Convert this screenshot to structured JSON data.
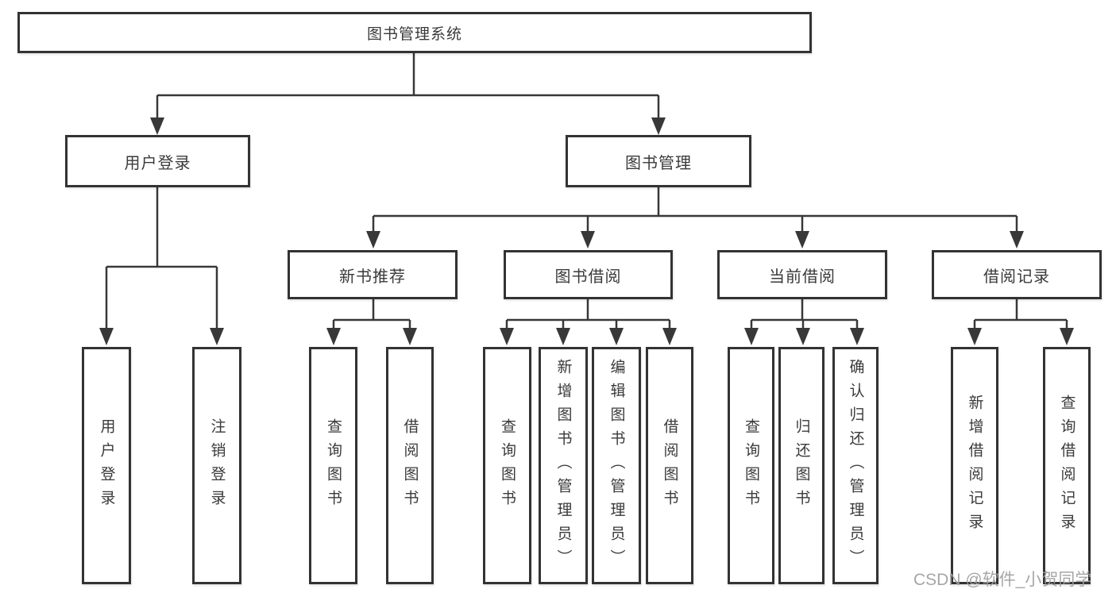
{
  "tree": {
    "root": {
      "label": "图书管理系统"
    },
    "branches": [
      {
        "label": "用户登录",
        "children": [
          {
            "label": "用户登录"
          },
          {
            "label": "注销登录"
          }
        ]
      },
      {
        "label": "图书管理",
        "children": [
          {
            "label": "新书推荐",
            "children": [
              {
                "label": "查询图书"
              },
              {
                "label": "借阅图书"
              }
            ]
          },
          {
            "label": "图书借阅",
            "children": [
              {
                "label": "查询图书"
              },
              {
                "label": "新增图书（管理员）"
              },
              {
                "label": "编辑图书（管理员）"
              },
              {
                "label": "借阅图书"
              }
            ]
          },
          {
            "label": "当前借阅",
            "children": [
              {
                "label": "查询图书"
              },
              {
                "label": "归还图书"
              },
              {
                "label": "确认归还（管理员）"
              }
            ]
          },
          {
            "label": "借阅记录",
            "children": [
              {
                "label": "新增借阅记录"
              },
              {
                "label": "查询借阅记录"
              }
            ]
          }
        ]
      }
    ]
  },
  "watermark": "CSDN @软件_小贺同学",
  "colors": {
    "line": "#383838",
    "box_border": "#333333",
    "text": "#3a3a3a",
    "watermark": "#9e9e9e",
    "background": "#ffffff"
  }
}
